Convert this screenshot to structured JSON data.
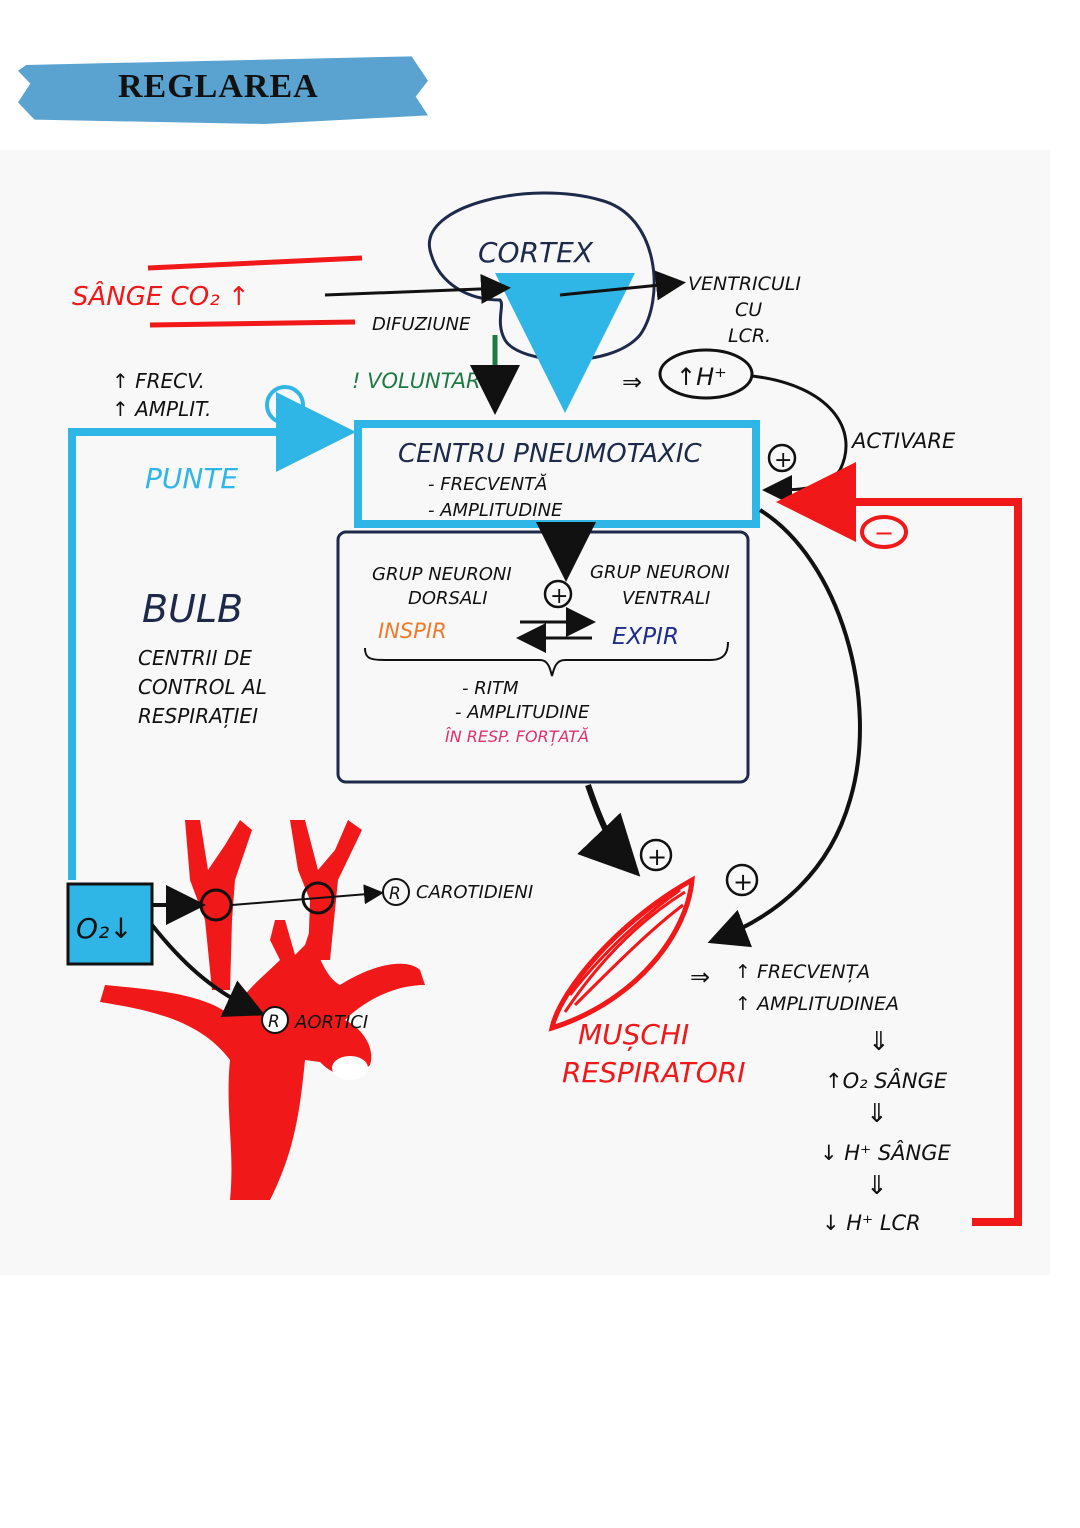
{
  "title": "REGLAREA",
  "labels": {
    "cortex": "CORTEX",
    "sange_co2": "SÂNGE  CO₂ ↑",
    "difuziune": "DIFUZIUNE",
    "ventriculi_1": "VENTRICULI",
    "ventriculi_2": "CU",
    "ventriculi_3": "LCR.",
    "h_plus": "↑H⁺",
    "h_arrow": "⇒",
    "voluntar": "! VOLUNTAR",
    "frecv": "↑ FRECV.",
    "amplit": "↑ AMPLIT.",
    "activare": "ACTIVARE",
    "punte": "PUNTE",
    "centru": "CENTRU  PNEUMOTAXIC",
    "frecventa": "- FRECVENTĂ",
    "amplitudine": "- AMPLITUDINE",
    "grup_dorsal_1": "GRUP NEURONI",
    "grup_dorsal_2": "DORSALI",
    "grup_ventral_1": "GRUP NEURONI",
    "grup_ventral_2": "VENTRALI",
    "inspir": "INSPIR",
    "expir": "EXPIR",
    "ritm": "- RITM",
    "amplitudine2": "- AMPLITUDINE",
    "resp_fortata": "ÎN RESP. FORȚATĂ",
    "bulb": "BULB",
    "centrii_1": "CENTRII  DE",
    "centrii_2": "CONTROL AL",
    "centrii_3": "RESPIRAȚIEI",
    "o2": "O₂↓",
    "carotidieni": "CAROTIDIENI",
    "aortici": "AORTICI",
    "r": "R",
    "muschi_1": "MUȘCHI",
    "muschi_2": "RESPIRATORI",
    "out_arrow": "⇒",
    "out_frecventa": "↑ FRECVENȚA",
    "out_amplitudinea": "↑ AMPLITUDINEA",
    "double_arrow": "⇓",
    "o2_sange": "↑O₂  SÂNGE",
    "h_sange": "↓ H⁺ SÂNGE",
    "h_lcr": "↓ H⁺ LCR",
    "plus": "+",
    "minus": "−"
  },
  "colors": {
    "blue": "#2fb6e6",
    "title_band": "#5aa2cf",
    "red": "#f01818",
    "dark": "#1e2a4a",
    "green": "#1e7a44",
    "orange": "#f07a2a",
    "navy": "#1f2d8a",
    "pink": "#e0306a"
  }
}
